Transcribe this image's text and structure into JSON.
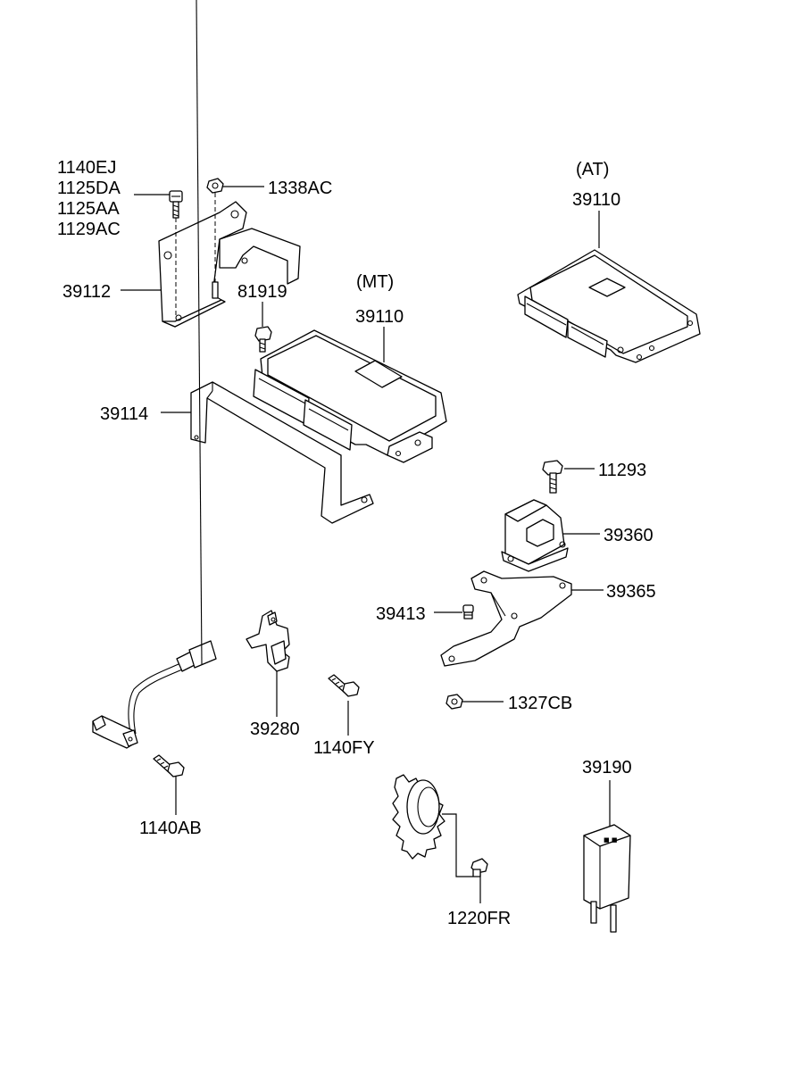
{
  "labels": {
    "p1140EJ": "1140EJ",
    "p1125DA": "1125DA",
    "p1125AA": "1125AA",
    "p1129AC": "1129AC",
    "p1338AC": "1338AC",
    "p39112": "39112",
    "p81919": "81919",
    "mt_note": "(MT)",
    "p39110_mt": "39110",
    "at_note": "(AT)",
    "p39110_at": "39110",
    "p39114": "39114",
    "p11293": "11293",
    "p39360": "39360",
    "p39365": "39365",
    "p39413": "39413",
    "p1327CB": "1327CB",
    "p39280": "39280",
    "p1140FY": "1140FY",
    "p1140AB": "1140AB",
    "p39190": "39190",
    "p1220FR": "1220FR"
  }
}
